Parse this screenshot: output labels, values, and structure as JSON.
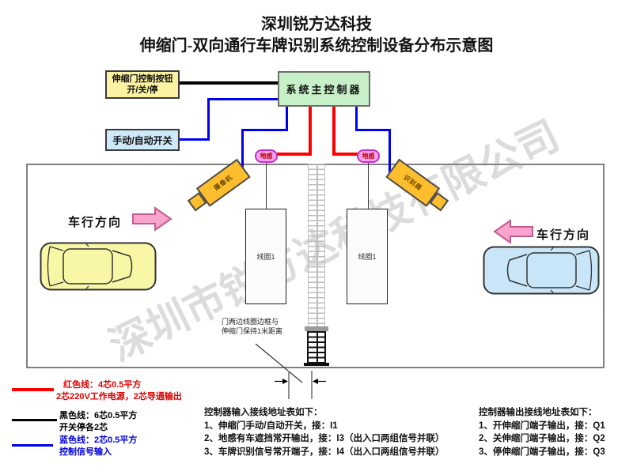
{
  "title": {
    "line1": "深圳锐方达科技",
    "line2": "伸缩门-双向通行车牌识别系统控制设备分布示意图"
  },
  "boxes": {
    "gate_button_line1": "伸缩门控制按钮",
    "gate_button_line2": "开/关/停",
    "main_controller": "系统主控制器",
    "manual_auto_switch": "手动/自动开关"
  },
  "field": {
    "ground_sensor_left": "地感",
    "ground_sensor_right": "地感",
    "camera_left": "摄像机",
    "camera_right": "识别器",
    "coil_left": "线圈1",
    "coil_right": "线圈1",
    "direction_left": "车行方向",
    "direction_right": "车行方向",
    "gate_note_line1": "门两边线圈边框与",
    "gate_note_line2": "伸缩门保持1米距离"
  },
  "watermark": "深圳市锐方达科技有限公司",
  "legend": {
    "red": {
      "label": "红色线：4芯0.5平方",
      "desc": "2芯220V工作电源，2芯导通输出",
      "color": "#ff0000"
    },
    "black": {
      "label": "黑色线：6芯0.5平方",
      "desc": "开关停各2芯",
      "color": "#000000"
    },
    "blue": {
      "label": "蓝色线：2芯0.5平方",
      "desc": "控制信号输入",
      "color": "#0000ff"
    }
  },
  "input_table": {
    "title": "控制器输入接线地址表如下：",
    "items": [
      "1、伸缩门手动/自动开关，接：I1",
      "2、地感有车遮挡常开输出，接：I3（出入口两组信号并联）",
      "3、车牌识别信号常开端子，接：I4（出入口两组信号并联）"
    ]
  },
  "output_table": {
    "title": "控制器输出接线地址表如下：",
    "items": [
      "1、开伸缩门端子输出，接：Q1",
      "2、关伸缩门端子输出，接：Q2",
      "3、停伸缩门端子输出，接：Q3"
    ]
  },
  "colors": {
    "wire_red": "#ff0000",
    "wire_blue": "#0000ee",
    "wire_black": "#000000",
    "controller_green": "#c8f0c8",
    "button_yellow": "#fbf3a2",
    "switch_blue": "#cee9f9",
    "sensor_pink": "#f2a2f2",
    "camera_orange": "#ffbe2d",
    "arrow_pink": "#f9a4cc",
    "car_yellow": "#f7f7a6",
    "car_blue": "#c9e6f8"
  }
}
